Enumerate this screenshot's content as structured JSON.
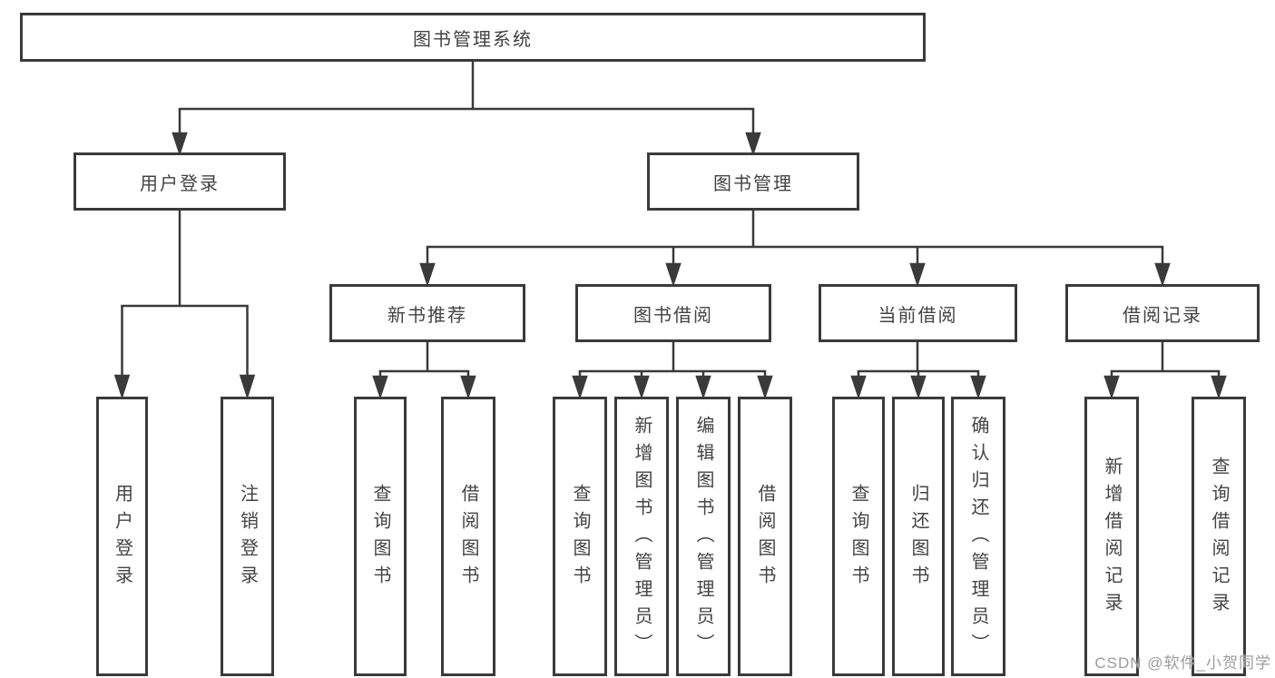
{
  "colors": {
    "line": "#3a3a3a",
    "box_border": "#3a3a3a",
    "box_background": "#ffffff",
    "text": "#434343",
    "watermark_text": "#9c9c9e"
  },
  "watermark": "CSDN @软件_小贺同学",
  "nodes": {
    "root": {
      "label": "图书管理系统"
    },
    "level2": [
      {
        "label": "用户登录"
      },
      {
        "label": "图书管理"
      }
    ],
    "level3": [
      {
        "label": "新书推荐"
      },
      {
        "label": "图书借阅"
      },
      {
        "label": "当前借阅"
      },
      {
        "label": "借阅记录"
      }
    ],
    "leaves": {
      "user_login": [
        {
          "label": "用户登录"
        },
        {
          "label": "注销登录"
        }
      ],
      "new_books": [
        {
          "label": "查询图书"
        },
        {
          "label": "借阅图书"
        }
      ],
      "book_borrow": [
        {
          "label": "查询图书"
        },
        {
          "label": "新增图书（管理员）"
        },
        {
          "label": "编辑图书（管理员）"
        },
        {
          "label": "借阅图书"
        }
      ],
      "current_borrow": [
        {
          "label": "查询图书"
        },
        {
          "label": "归还图书"
        },
        {
          "label": "确认归还（管理员）"
        }
      ],
      "borrow_records": [
        {
          "label": "新增借阅记录"
        },
        {
          "label": "查询借阅记录"
        }
      ]
    }
  }
}
